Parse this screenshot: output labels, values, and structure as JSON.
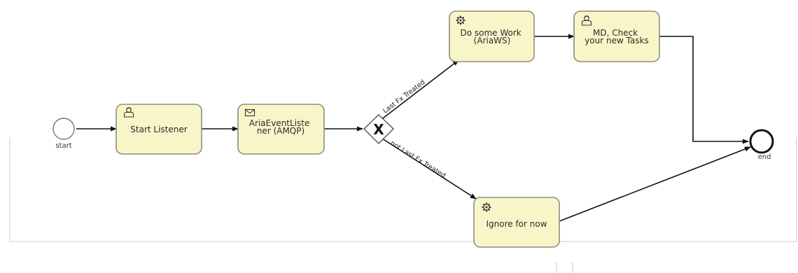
{
  "diagram": {
    "events": {
      "start": {
        "label": "start"
      },
      "end": {
        "label": "end"
      }
    },
    "tasks": {
      "start_listener": {
        "lines": [
          "Start Listener"
        ],
        "icon": "user-icon"
      },
      "aria_listener": {
        "lines": [
          "AriaEventListe",
          "ner (AMQP)"
        ],
        "icon": "envelope-icon"
      },
      "do_some_work": {
        "lines": [
          "Do some Work",
          "(AriaWS)"
        ],
        "icon": "gear-icon"
      },
      "md_check": {
        "lines": [
          "MD, Check",
          "your new Tasks"
        ],
        "icon": "user-icon"
      },
      "ignore": {
        "lines": [
          "Ignore for now"
        ],
        "icon": "gear-icon"
      }
    },
    "gateway": {
      "symbol": "X",
      "type": "exclusive"
    },
    "flows": {
      "last_fx": {
        "label": "Last Fx Treated"
      },
      "not_last_fx": {
        "label": "not Last Fx Treated"
      }
    }
  }
}
